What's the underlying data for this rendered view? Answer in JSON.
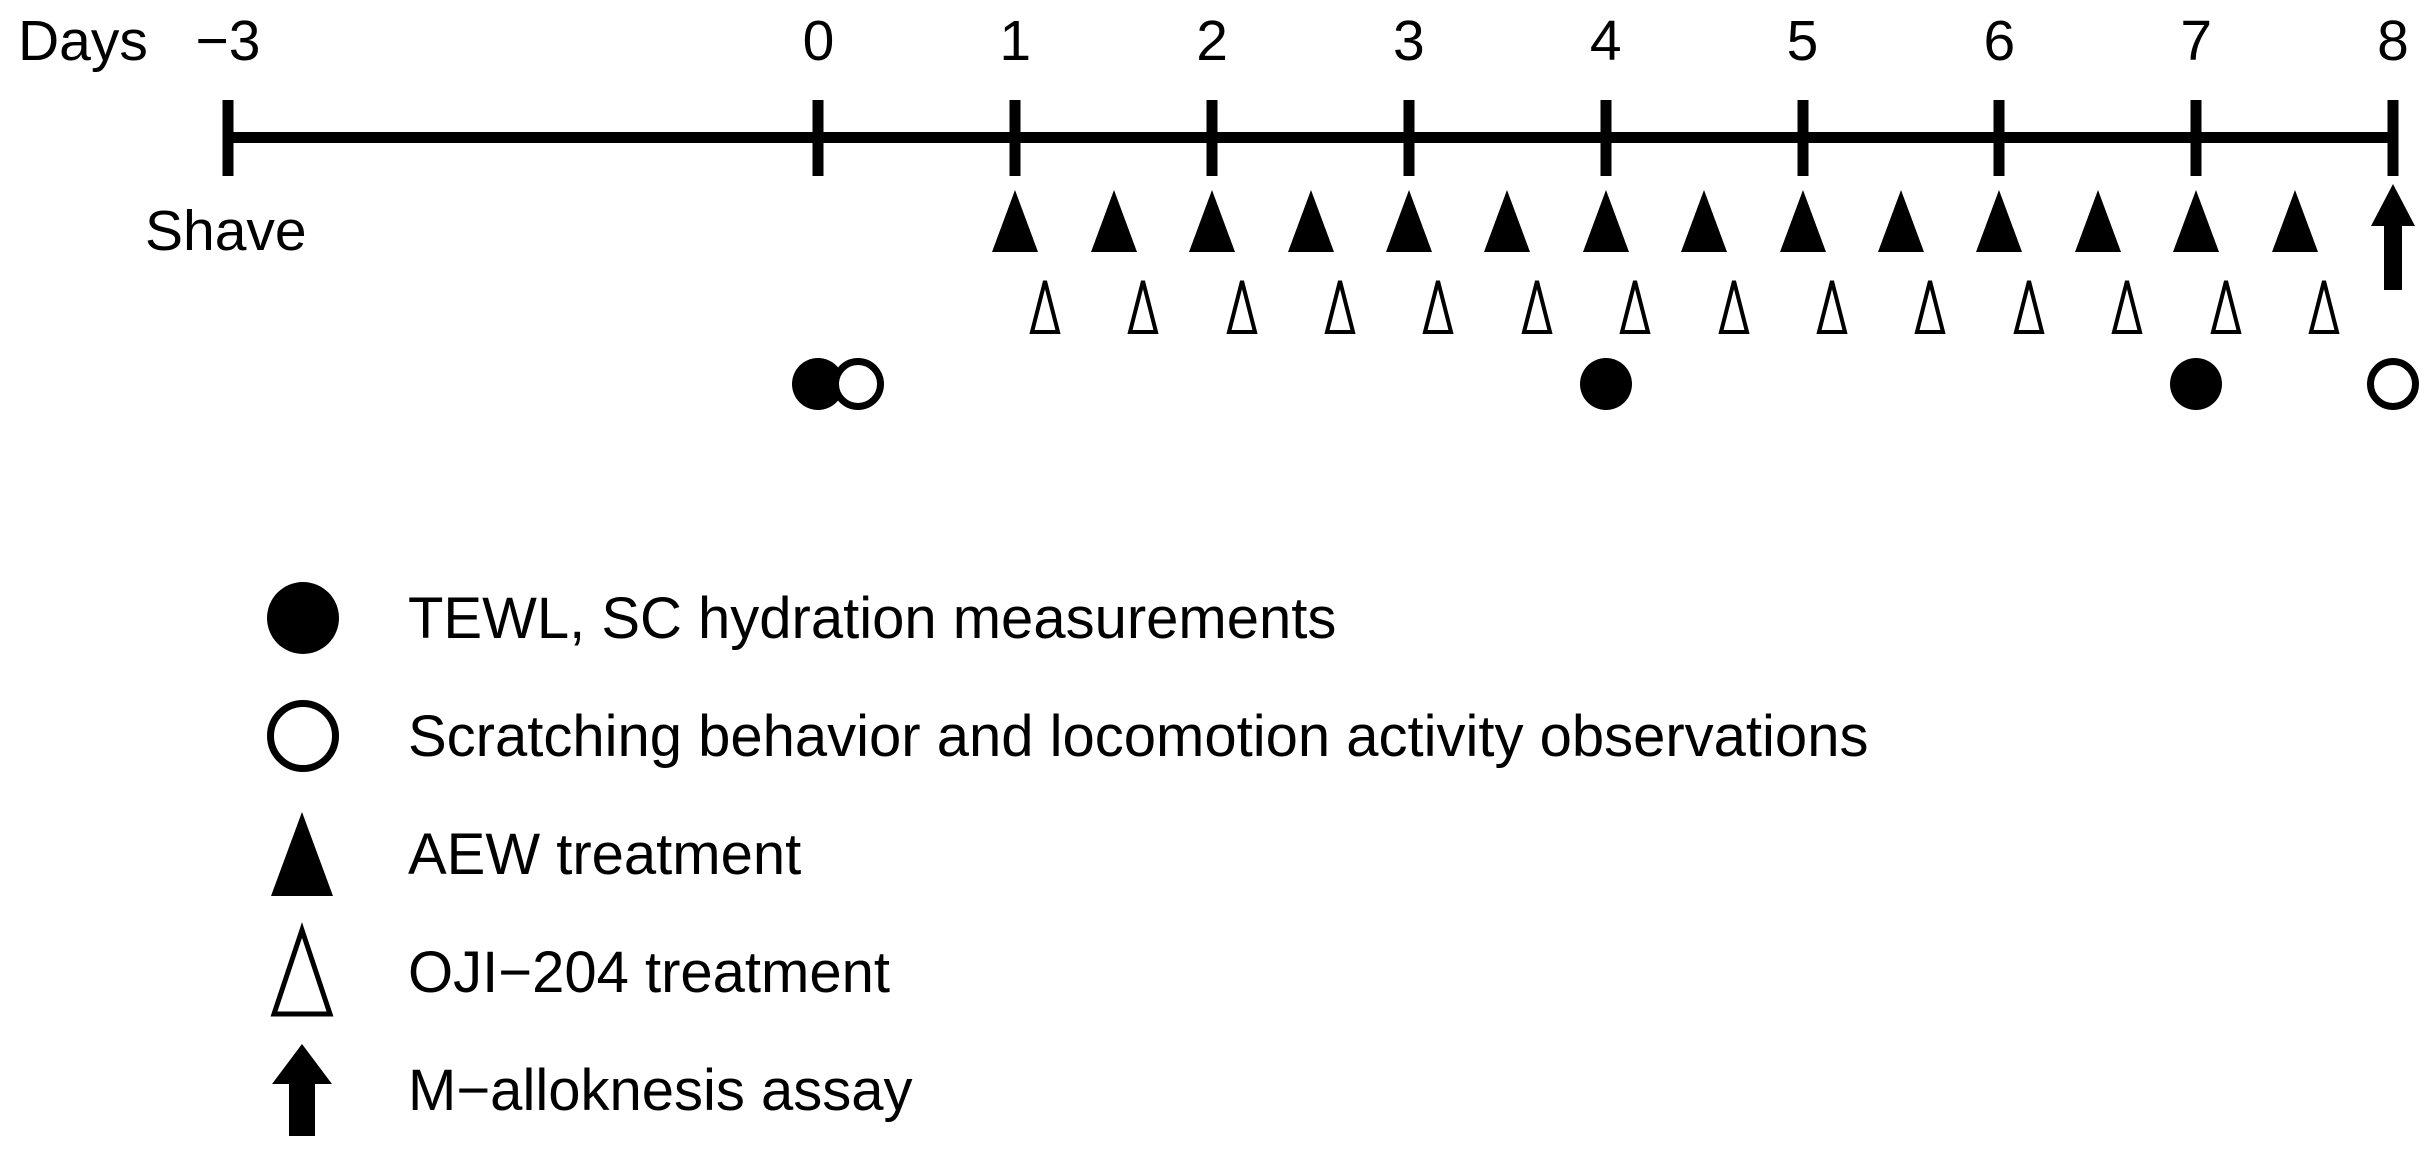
{
  "timeline": {
    "axis_title": "Days",
    "shave_label": "Shave",
    "tick_labels": [
      "−3",
      "0",
      "1",
      "2",
      "3",
      "4",
      "5",
      "6",
      "7",
      "8"
    ],
    "tick_days": [
      -3,
      0,
      1,
      2,
      3,
      4,
      5,
      6,
      7,
      8
    ],
    "aew_treatment_days": [
      1,
      1.5,
      2,
      2.5,
      3,
      3.5,
      4,
      4.5,
      5,
      5.5,
      6,
      6.5,
      7,
      7.5,
      8
    ],
    "oji204_treatment_days": [
      1.15,
      1.65,
      2.15,
      2.65,
      3.15,
      3.65,
      4.15,
      4.65,
      5.15,
      5.65,
      6.15,
      6.65,
      7.15,
      7.65
    ],
    "tewl_measurement_days": [
      0,
      4,
      7
    ],
    "scratching_observation_days": [
      0.2,
      8
    ],
    "alloknesis_assay_days": [
      8
    ],
    "axis_color": "#000000"
  },
  "legend": {
    "items": [
      {
        "symbol": "filled-circle",
        "label": "TEWL, SC hydration measurements"
      },
      {
        "symbol": "open-circle",
        "label": "Scratching behavior and locomotion activity observations"
      },
      {
        "symbol": "filled-triangle",
        "label": "AEW treatment"
      },
      {
        "symbol": "open-triangle",
        "label": "OJI−204 treatment"
      },
      {
        "symbol": "up-arrow",
        "label": "M−alloknesis assay"
      }
    ]
  },
  "chart_data": {
    "type": "timeline",
    "title": "",
    "xlabel": "Days",
    "xlim": [
      -3,
      8
    ],
    "grid": false,
    "categories": [
      "−3",
      "0",
      "1",
      "2",
      "3",
      "4",
      "5",
      "6",
      "7",
      "8"
    ],
    "series": [
      {
        "name": "AEW treatment",
        "marker": "filled-triangle",
        "x": [
          1,
          1.5,
          2,
          2.5,
          3,
          3.5,
          4,
          4.5,
          5,
          5.5,
          6,
          6.5,
          7,
          7.5,
          8
        ]
      },
      {
        "name": "OJI−204 treatment",
        "marker": "open-triangle",
        "x": [
          1.15,
          1.65,
          2.15,
          2.65,
          3.15,
          3.65,
          4.15,
          4.65,
          5.15,
          5.65,
          6.15,
          6.65,
          7.15,
          7.65
        ]
      },
      {
        "name": "TEWL, SC hydration measurements",
        "marker": "filled-circle",
        "x": [
          0,
          4,
          7
        ]
      },
      {
        "name": "Scratching behavior and locomotion activity observations",
        "marker": "open-circle",
        "x": [
          0.2,
          8
        ]
      },
      {
        "name": "M−alloknesis assay",
        "marker": "up-arrow",
        "x": [
          8
        ]
      }
    ],
    "annotations": [
      {
        "text": "Shave",
        "x": -3
      }
    ]
  }
}
